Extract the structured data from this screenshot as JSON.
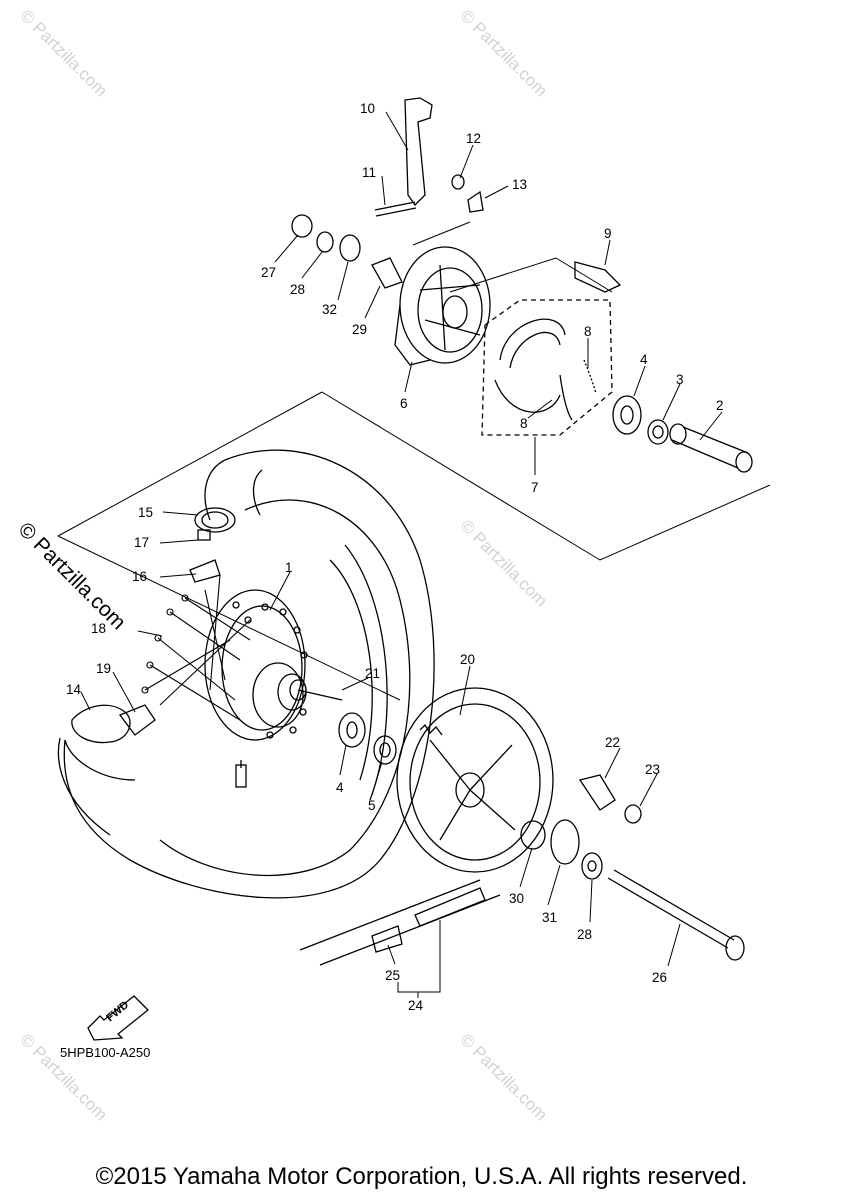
{
  "watermark": {
    "text": "© Partzilla.com"
  },
  "diagram_code": "5HPB100-A250",
  "copyright": "©2015 Yamaha Motor Corporation, U.S.A. All rights reserved.",
  "fwd_label": "FWD",
  "callouts": [
    "1",
    "2",
    "3",
    "4",
    "4",
    "5",
    "6",
    "7",
    "8",
    "8",
    "9",
    "10",
    "11",
    "12",
    "13",
    "14",
    "15",
    "16",
    "17",
    "18",
    "19",
    "20",
    "21",
    "22",
    "23",
    "24",
    "25",
    "26",
    "27",
    "28",
    "28",
    "29",
    "30",
    "31",
    "32"
  ]
}
